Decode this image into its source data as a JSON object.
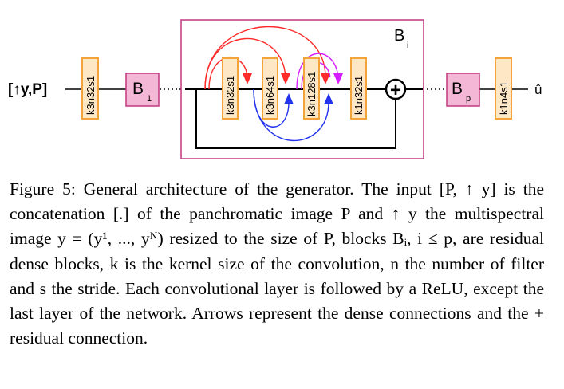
{
  "diagram": {
    "input_label": "[↑y,P]",
    "output_label": "û",
    "blocks": {
      "b1": {
        "main": "B",
        "sub": "1"
      },
      "bp": {
        "main": "B",
        "sub": "p"
      },
      "bi": {
        "main": "B",
        "sub": "i"
      }
    },
    "outer_layers": [
      "k3n32s1",
      "k1n4s1"
    ],
    "inner_layers": [
      "k3n32s1",
      "k3n64s1",
      "k3n128s1",
      "k1n32s1"
    ],
    "plus_symbol": "+",
    "colors": {
      "layer_fill": "#fde7c4",
      "layer_stroke": "#f2a33a",
      "block_fill": "#f5b7d6",
      "block_stroke": "#c0397f",
      "detail_box_stroke": "#c0397f",
      "arrow_red": "#ff2a2a",
      "arrow_magenta": "#d41cff",
      "arrow_blue": "#2233ee"
    }
  },
  "caption": {
    "figure_label": "Figure 5:",
    "text": "General architecture of the generator. The input [P, ↑ y] is the concatenation [.] of the panchromatic image P and ↑ y the multispectral image y = (y¹, ..., yᴺ) resized to the size of P, blocks Bᵢ, i ≤ p, are residual dense blocks, k is the kernel size of the convolution, n the number of filter and s the stride. Each convolutional layer is followed by a ReLU, except the last layer of the network. Arrows represent the dense connections and the + residual connection."
  }
}
